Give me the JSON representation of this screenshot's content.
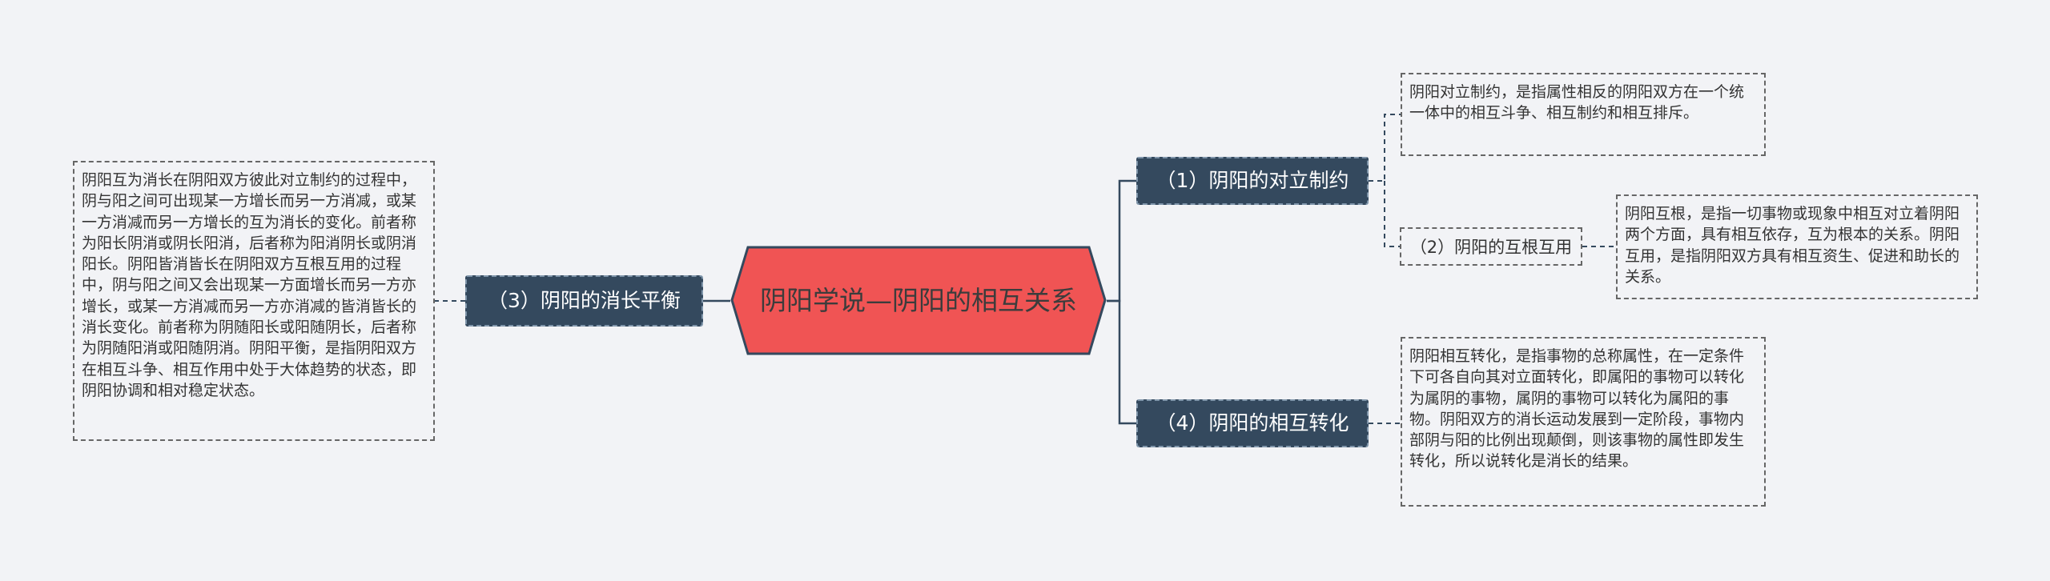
{
  "colors": {
    "background": "#f2f3f6",
    "root_fill": "#f05454",
    "root_border": "#34495e",
    "branch_fill": "#34495e",
    "connector": "#34495e"
  },
  "root": {
    "label": "阴阳学说—阴阳的相互关系"
  },
  "branches": {
    "b1": {
      "label": "（1）阴阳的对立制约"
    },
    "b3": {
      "label": "（3）阴阳的消长平衡"
    },
    "b4": {
      "label": "（4）阴阳的相互转化"
    }
  },
  "sub": {
    "b2": {
      "label": "（2）阴阳的互根互用"
    }
  },
  "leaves": {
    "l1": "阴阳对立制约，是指属性相反的阴阳双方在一个统一体中的相互斗争、相互制约和相互排斥。",
    "l2": "阴阳互根，是指一切事物或现象中相互对立着阴阳两个方面，具有相互依存，互为根本的关系。阴阳互用，是指阴阳双方具有相互资生、促进和助长的关系。",
    "l3": "阴阳互为消长在阴阳双方彼此对立制约的过程中，阴与阳之间可出现某一方增长而另一方消减，或某一方消减而另一方增长的互为消长的变化。前者称为阳长阴消或阴长阳消，后者称为阳消阴长或阴消阳长。阴阳皆消皆长在阴阳双方互根互用的过程中，阴与阳之间又会出现某一方面增长而另一方亦增长，或某一方消减而另一方亦消减的皆消皆长的消长变化。前者称为阴随阳长或阳随阴长，后者称为阴随阳消或阳随阴消。阴阳平衡，是指阴阳双方在相互斗争、相互作用中处于大体趋势的状态，即阴阳协调和相对稳定状态。",
    "l4": "阴阳相互转化，是指事物的总称属性，在一定条件下可各自向其对立面转化，即属阳的事物可以转化为属阴的事物，属阴的事物可以转化为属阳的事物。阴阳双方的消长运动发展到一定阶段，事物内部阴与阳的比例出现颠倒，则该事物的属性即发生转化，所以说转化是消长的结果。"
  }
}
